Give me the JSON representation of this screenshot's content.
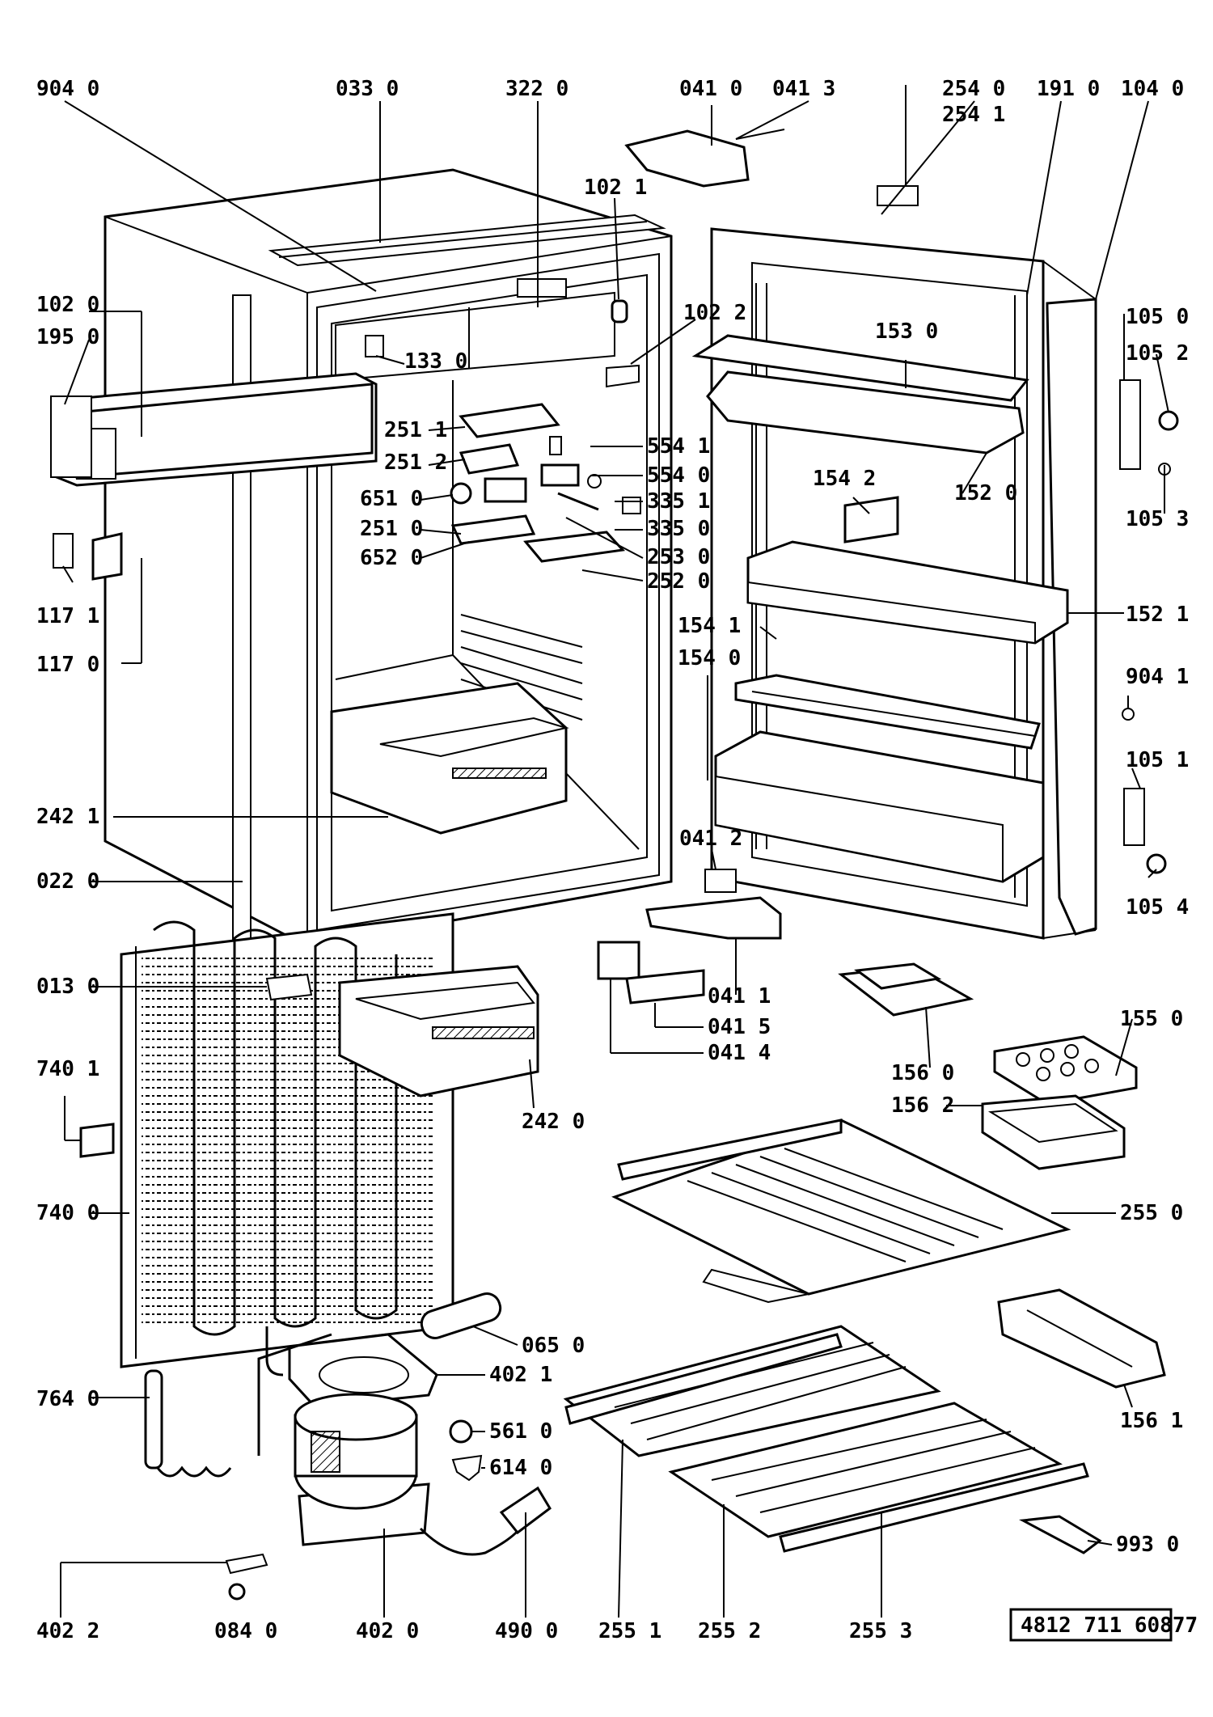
{
  "document_number": "4812 711 60877",
  "callouts": [
    {
      "id": "c-904-0",
      "text": "904 0"
    },
    {
      "id": "c-033-0",
      "text": "033 0"
    },
    {
      "id": "c-322-0",
      "text": "322 0"
    },
    {
      "id": "c-041-0",
      "text": "041 0"
    },
    {
      "id": "c-041-3",
      "text": "041 3"
    },
    {
      "id": "c-254-0",
      "text": "254 0"
    },
    {
      "id": "c-254-1",
      "text": "254 1"
    },
    {
      "id": "c-191-0",
      "text": "191 0"
    },
    {
      "id": "c-104-0",
      "text": "104 0"
    },
    {
      "id": "c-102-1",
      "text": "102 1"
    },
    {
      "id": "c-102-0",
      "text": "102 0"
    },
    {
      "id": "c-195-0",
      "text": "195 0"
    },
    {
      "id": "c-133-0",
      "text": "133 0"
    },
    {
      "id": "c-102-2",
      "text": "102 2"
    },
    {
      "id": "c-153-0",
      "text": "153 0"
    },
    {
      "id": "c-105-0",
      "text": "105 0"
    },
    {
      "id": "c-105-2",
      "text": "105 2"
    },
    {
      "id": "c-251-1",
      "text": "251 1"
    },
    {
      "id": "c-251-2",
      "text": "251 2"
    },
    {
      "id": "c-554-1",
      "text": "554 1"
    },
    {
      "id": "c-554-0",
      "text": "554 0"
    },
    {
      "id": "c-651-0",
      "text": "651 0"
    },
    {
      "id": "c-335-1",
      "text": "335 1"
    },
    {
      "id": "c-335-0",
      "text": "335 0"
    },
    {
      "id": "c-251-0",
      "text": "251 0"
    },
    {
      "id": "c-253-0",
      "text": "253 0"
    },
    {
      "id": "c-652-0",
      "text": "652 0"
    },
    {
      "id": "c-252-0",
      "text": "252 0"
    },
    {
      "id": "c-154-2",
      "text": "154 2"
    },
    {
      "id": "c-152-0",
      "text": "152 0"
    },
    {
      "id": "c-105-3",
      "text": "105 3"
    },
    {
      "id": "c-117-1",
      "text": "117 1"
    },
    {
      "id": "c-117-0",
      "text": "117 0"
    },
    {
      "id": "c-152-1",
      "text": "152 1"
    },
    {
      "id": "c-154-1",
      "text": "154 1"
    },
    {
      "id": "c-154-0",
      "text": "154 0"
    },
    {
      "id": "c-904-1",
      "text": "904 1"
    },
    {
      "id": "c-105-1",
      "text": "105 1"
    },
    {
      "id": "c-242-1",
      "text": "242 1"
    },
    {
      "id": "c-041-2",
      "text": "041 2"
    },
    {
      "id": "c-022-0",
      "text": "022 0"
    },
    {
      "id": "c-105-4",
      "text": "105 4"
    },
    {
      "id": "c-013-0",
      "text": "013 0"
    },
    {
      "id": "c-041-1",
      "text": "041 1"
    },
    {
      "id": "c-041-5",
      "text": "041 5"
    },
    {
      "id": "c-041-4",
      "text": "041 4"
    },
    {
      "id": "c-156-0",
      "text": "156 0"
    },
    {
      "id": "c-155-0",
      "text": "155 0"
    },
    {
      "id": "c-740-1",
      "text": "740 1"
    },
    {
      "id": "c-242-0",
      "text": "242 0"
    },
    {
      "id": "c-156-2",
      "text": "156 2"
    },
    {
      "id": "c-740-0",
      "text": "740 0"
    },
    {
      "id": "c-255-0",
      "text": "255 0"
    },
    {
      "id": "c-065-0",
      "text": "065 0"
    },
    {
      "id": "c-402-1",
      "text": "402 1"
    },
    {
      "id": "c-764-0",
      "text": "764 0"
    },
    {
      "id": "c-561-0",
      "text": "561 0"
    },
    {
      "id": "c-156-1",
      "text": "156 1"
    },
    {
      "id": "c-614-0",
      "text": "614 0"
    },
    {
      "id": "c-993-0",
      "text": "993 0"
    },
    {
      "id": "c-402-2",
      "text": "402 2"
    },
    {
      "id": "c-084-0",
      "text": "084 0"
    },
    {
      "id": "c-402-0",
      "text": "402 0"
    },
    {
      "id": "c-490-0",
      "text": "490 0"
    },
    {
      "id": "c-255-1",
      "text": "255 1"
    },
    {
      "id": "c-255-2",
      "text": "255 2"
    },
    {
      "id": "c-255-3",
      "text": "255 3"
    }
  ]
}
